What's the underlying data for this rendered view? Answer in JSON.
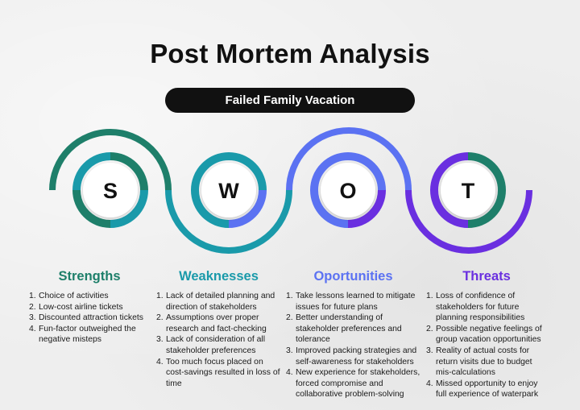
{
  "title": "Post Mortem Analysis",
  "subtitle": "Failed Family Vacation",
  "colors": {
    "green": "#1e7f6a",
    "teal": "#1a9aaa",
    "blue": "#5b72f2",
    "purple": "#6a2fe0"
  },
  "letters": [
    "S",
    "W",
    "O",
    "T"
  ],
  "sections": [
    {
      "heading": "Strengths",
      "items": [
        {
          "n": "1.",
          "text": "Choice of activities"
        },
        {
          "n": "2.",
          "text": "Low-cost airline tickets"
        },
        {
          "n": "3.",
          "text": "Discounted attraction tickets"
        },
        {
          "n": "4.",
          "text": "Fun-factor outweighed the negative misteps"
        }
      ]
    },
    {
      "heading": "Weaknesses",
      "items": [
        {
          "n": "1.",
          "text": "Lack of detailed planning and direction of stakeholders"
        },
        {
          "n": "2.",
          "text": "Assumptions over proper research and fact-checking"
        },
        {
          "n": "3.",
          "text": "Lack of consideration of all stakeholder preferences"
        },
        {
          "n": "4.",
          "text": "Too much focus placed on cost-savings resulted in loss of time"
        }
      ]
    },
    {
      "heading": "Oportunities",
      "items": [
        {
          "n": "1.",
          "text": "Take lessons learned to mitigate issues for future plans"
        },
        {
          "n": "2.",
          "text": "Better understanding of stakeholder preferences and tolerance"
        },
        {
          "n": "3.",
          "text": "Improved packing strategies and self-awareness for stakeholders"
        },
        {
          "n": "4.",
          "text": "New experience for stakeholders, forced compromise and collaborative problem-solving"
        }
      ]
    },
    {
      "heading": "Threats",
      "items": [
        {
          "n": "1.",
          "text": "Loss of confidence of stakeholders for future planning responsibilities"
        },
        {
          "n": "2.",
          "text": "Possible negative feelings of group vacation opportunities"
        },
        {
          "n": "3.",
          "text": "Reality of actual costs for return visits due to budget mis-calculations"
        },
        {
          "n": "4.",
          "text": "Missed opportunity to enjoy full experience of waterpark"
        }
      ]
    }
  ]
}
